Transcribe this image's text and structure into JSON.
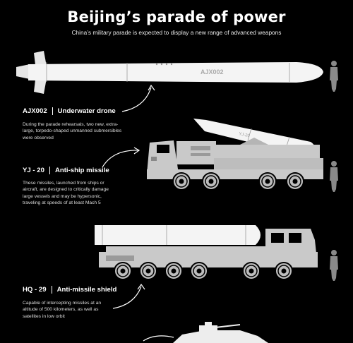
{
  "header": {
    "title": "Beijing’s parade of power",
    "subtitle": "China’s military parade is expected to display a new range of advanced weapons"
  },
  "weapons": [
    {
      "code": "AJX002",
      "name": "Underwater drone",
      "description": "During the parade rehearsals, two new, extra-large, torpedo-shaped unmanned submersibles were observed",
      "marking": "AJX002"
    },
    {
      "code": "YJ - 20",
      "name": "Anti-ship missile",
      "description": "These missiles, launched from ships or aircraft, are designed to critically damage large vessels and may be hypersonic, traveling at speeds of at least Mach 5",
      "marking": "YJ-20"
    },
    {
      "code": "HQ - 29",
      "name": "Anti-missile shield",
      "description": "Capable of intercepting missiles at an altitude of 500 kilometers, as well as satellites in low orbit"
    }
  ],
  "icons": {
    "scale_figure": "human-silhouette-icon",
    "pointer": "curved-arrow-icon"
  },
  "colors": {
    "background": "#000000",
    "vehicle": "#c9c9c9",
    "weapon": "#f2f2f2",
    "text": "#ffffff"
  }
}
